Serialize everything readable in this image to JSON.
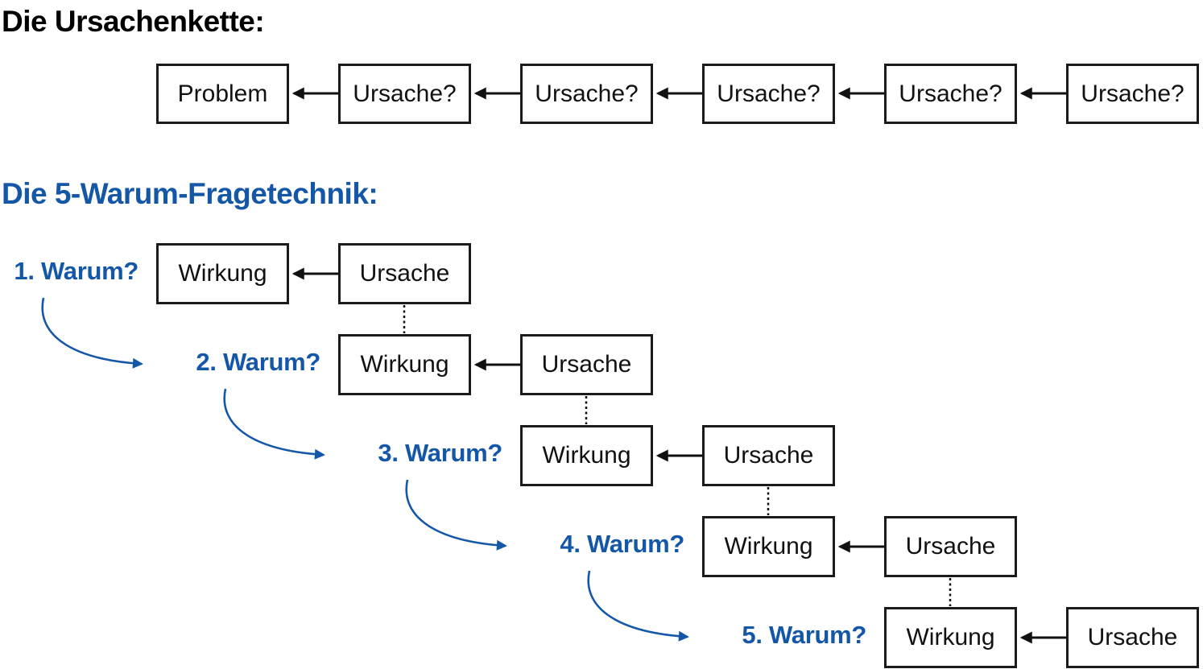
{
  "colors": {
    "accent_blue": "#1557A7",
    "box_border": "#1a1a1a",
    "text_black": "#000000",
    "background": "#ffffff"
  },
  "section1": {
    "title": "Die Ursachenkette:",
    "chain": [
      "Problem",
      "Ursache?",
      "Ursache?",
      "Ursache?",
      "Ursache?",
      "Ursache?"
    ]
  },
  "section2": {
    "title": "Die 5-Warum-Fragetechnik:",
    "rows": [
      {
        "label": "1. Warum?",
        "effect": "Wirkung",
        "cause": "Ursache"
      },
      {
        "label": "2. Warum?",
        "effect": "Wirkung",
        "cause": "Ursache"
      },
      {
        "label": "3. Warum?",
        "effect": "Wirkung",
        "cause": "Ursache"
      },
      {
        "label": "4. Warum?",
        "effect": "Wirkung",
        "cause": "Ursache"
      },
      {
        "label": "5. Warum?",
        "effect": "Wirkung",
        "cause": "Ursache"
      }
    ]
  }
}
